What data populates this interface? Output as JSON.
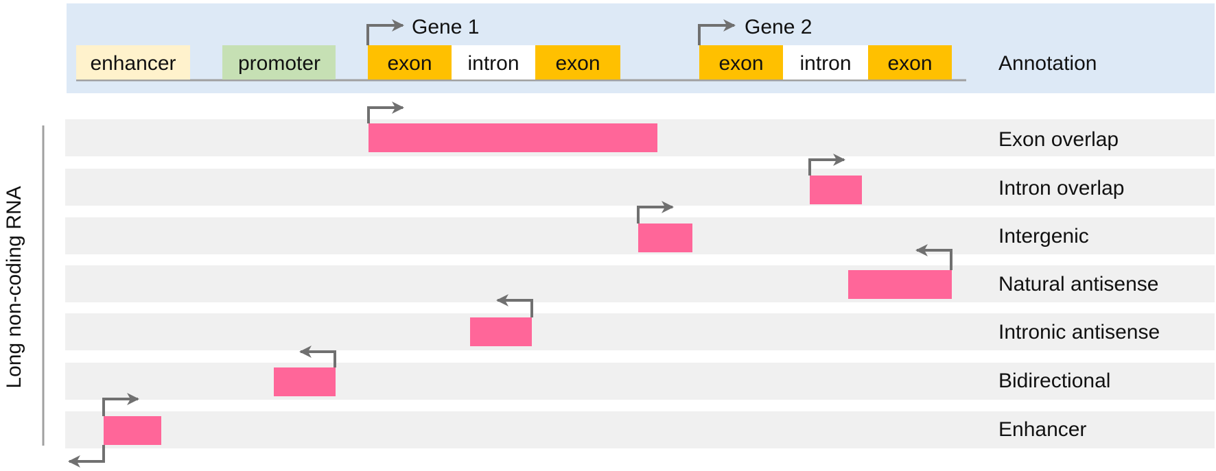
{
  "colors": {
    "annotation_bg": "#dde9f6",
    "row_bg": "#f0f0f0",
    "enhancer_fill": "#fff2cc",
    "promoter_fill": "#c6e0b4",
    "exon_fill": "#ffc000",
    "intron_fill": "#ffffff",
    "lncrna_fill": "#ff6699",
    "arrow": "#707070",
    "baseline": "#a0a0a0"
  },
  "annotation": {
    "label": "Annotation",
    "enhancer": "enhancer",
    "promoter": "promoter",
    "genes": [
      {
        "label": "Gene 1",
        "parts": [
          "exon",
          "intron",
          "exon"
        ]
      },
      {
        "label": "Gene 2",
        "parts": [
          "exon",
          "intron",
          "exon"
        ]
      }
    ]
  },
  "side_label": "Long non-coding RNA",
  "rows": [
    {
      "label": "Exon overlap",
      "direction": "forward"
    },
    {
      "label": "Intron overlap",
      "direction": "forward"
    },
    {
      "label": "Intergenic",
      "direction": "forward"
    },
    {
      "label": "Natural antisense",
      "direction": "reverse"
    },
    {
      "label": "Intronic antisense",
      "direction": "reverse"
    },
    {
      "label": "Bidirectional",
      "direction": "reverse"
    },
    {
      "label": "Enhancer",
      "direction": "both"
    }
  ]
}
